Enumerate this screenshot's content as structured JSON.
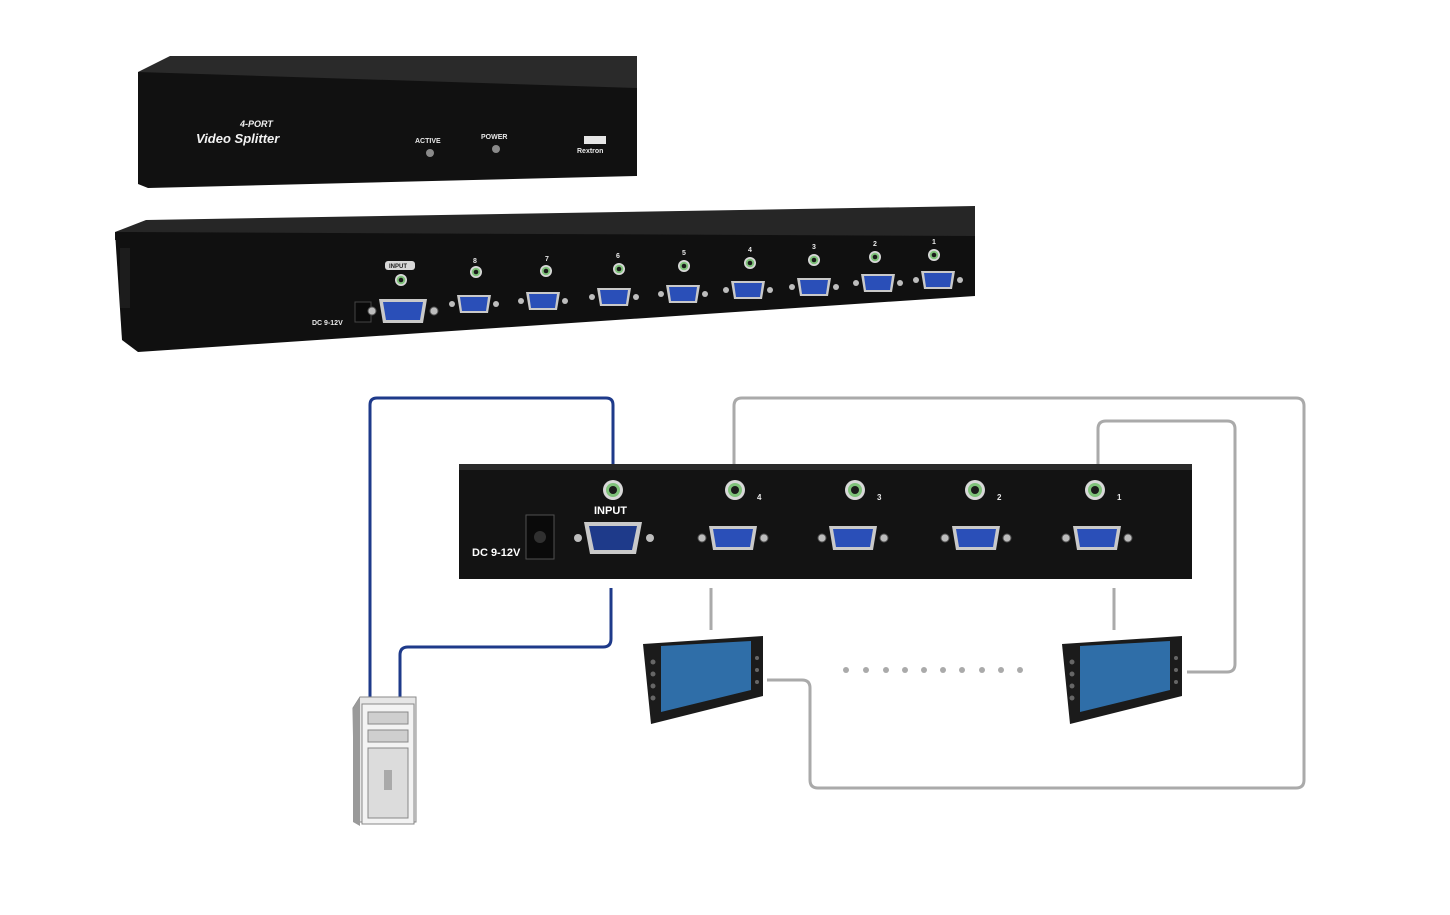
{
  "front_panel": {
    "model_line": "4-PORT",
    "product_name": "Video Splitter",
    "led_active": "ACTIVE",
    "led_power": "POWER",
    "brand": "Rextron"
  },
  "rear_panel_8port": {
    "power_label": "DC 9-12V",
    "input_label": "INPUT",
    "port_numbers": [
      "8",
      "7",
      "6",
      "5",
      "4",
      "3",
      "2",
      "1"
    ]
  },
  "rear_panel_4port": {
    "power_label": "DC 9-12V",
    "input_label": "INPUT",
    "port_numbers": [
      "4",
      "3",
      "2",
      "1"
    ]
  },
  "colors": {
    "device_body": "#141414",
    "vga_connector": "#2a4fb8",
    "input_cable": "#1e3a8a",
    "output_cable": "#aaaaaa",
    "monitor_screen": "#2f6ea8"
  },
  "icons": [
    "pc-tower-icon",
    "monitor-icon",
    "vga-port-icon",
    "audio-jack-icon",
    "power-jack-icon"
  ]
}
